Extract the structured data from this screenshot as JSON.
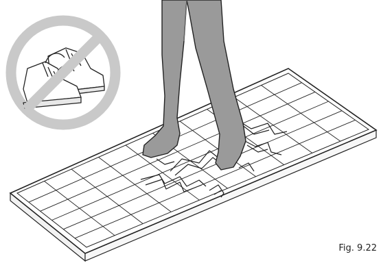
{
  "figure": {
    "caption": "Fig. 9.22"
  },
  "illustration": {
    "subject": "person-standing-on-solar-panel-cracking-it",
    "prohibition_sign": "no-shoes",
    "colors": {
      "prohibition": "#c9c9c9",
      "legs": "#9a9a9a",
      "panel_outline": "#222222",
      "panel_fill": "#ffffff"
    }
  }
}
